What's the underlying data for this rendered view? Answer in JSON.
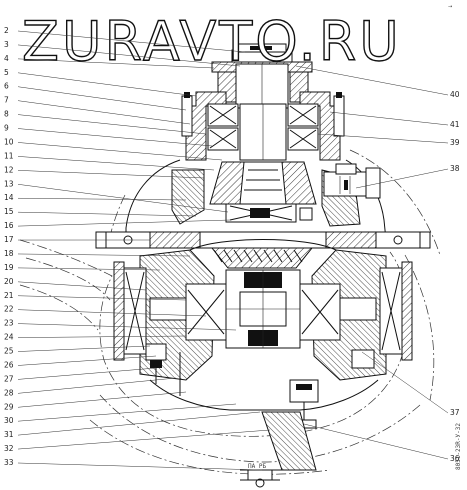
{
  "watermark": "ZURAVTO.RU",
  "corner_mark": "→",
  "side_stamp": "8051-23R-У-32",
  "bottom_stamp": "ПА РБ",
  "left_labels": [
    "2",
    "3",
    "4",
    "5",
    "6",
    "7",
    "8",
    "9",
    "10",
    "11",
    "12",
    "13",
    "14",
    "15",
    "16",
    "17",
    "18",
    "19",
    "20",
    "21",
    "22",
    "23",
    "24",
    "25",
    "26",
    "27",
    "28",
    "29",
    "30",
    "31",
    "32",
    "33"
  ],
  "right_labels": [
    "40",
    "41",
    "39",
    "38",
    "37",
    "36"
  ]
}
